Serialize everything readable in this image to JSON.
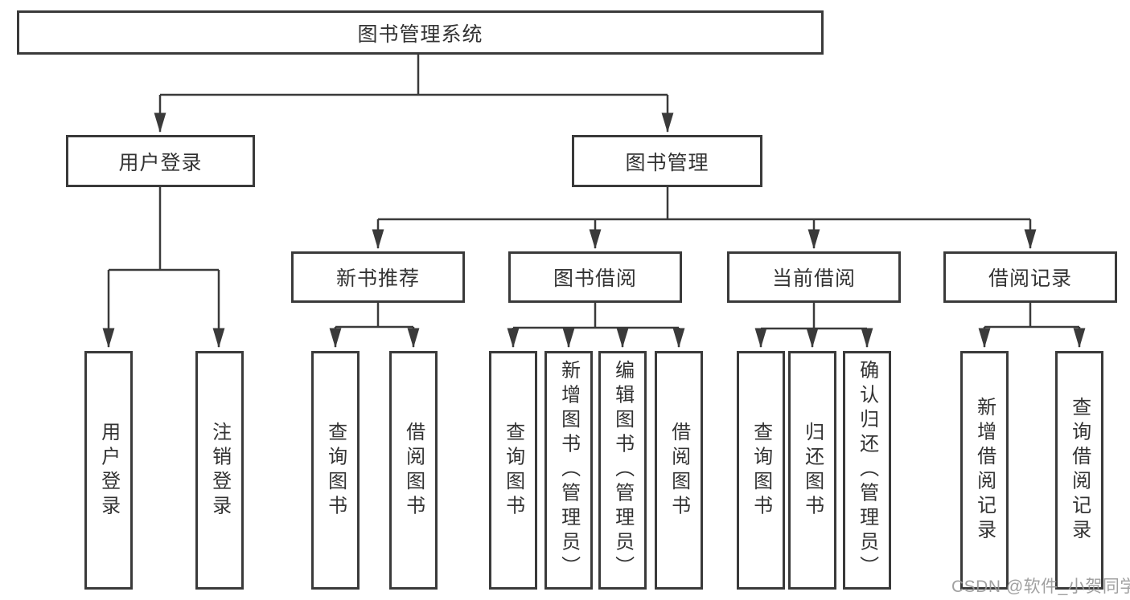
{
  "tree": {
    "label": "图书管理系统",
    "children": [
      {
        "label": "用户登录",
        "children": [
          {
            "label": "用户登录"
          },
          {
            "label": "注销登录"
          }
        ]
      },
      {
        "label": "图书管理",
        "children": [
          {
            "label": "新书推荐",
            "children": [
              {
                "label": "查询图书"
              },
              {
                "label": "借阅图书"
              }
            ]
          },
          {
            "label": "图书借阅",
            "children": [
              {
                "label": "查询图书"
              },
              {
                "label": "新增图书（管理员）"
              },
              {
                "label": "编辑图书（管理员）"
              },
              {
                "label": "借阅图书"
              }
            ]
          },
          {
            "label": "当前借阅",
            "children": [
              {
                "label": "查询图书"
              },
              {
                "label": "归还图书"
              },
              {
                "label": "确认归还（管理员）"
              }
            ]
          },
          {
            "label": "借阅记录",
            "children": [
              {
                "label": "新增借阅记录"
              },
              {
                "label": "查询借阅记录"
              }
            ]
          }
        ]
      }
    ]
  },
  "watermark": "CSDN @软件_小贺同学",
  "colors": {
    "line": "#3a3a3a",
    "text": "#333333",
    "background": "#ffffff",
    "watermark": "#989898"
  }
}
